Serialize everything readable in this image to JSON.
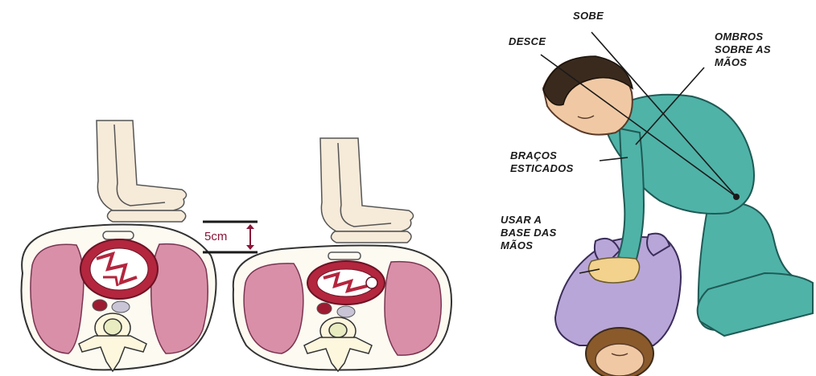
{
  "depth_marker": "5cm",
  "labels": {
    "sobe": "SOBE",
    "desce": "DESCE",
    "ombros": [
      "OMBROS",
      "SOBRE AS",
      "MÃOS"
    ],
    "bracos": [
      "BRAÇOS",
      "ESTICADOS"
    ],
    "usar": [
      "USAR A",
      "BASE DAS",
      "MÃOS"
    ]
  },
  "colors": {
    "lung": "#d98fa8",
    "heart": "#b3263e",
    "skin": "#f6ead9",
    "scrubs": "#4fb3a8",
    "victim": "#b9a6d8",
    "depth_text": "#8a1538"
  }
}
